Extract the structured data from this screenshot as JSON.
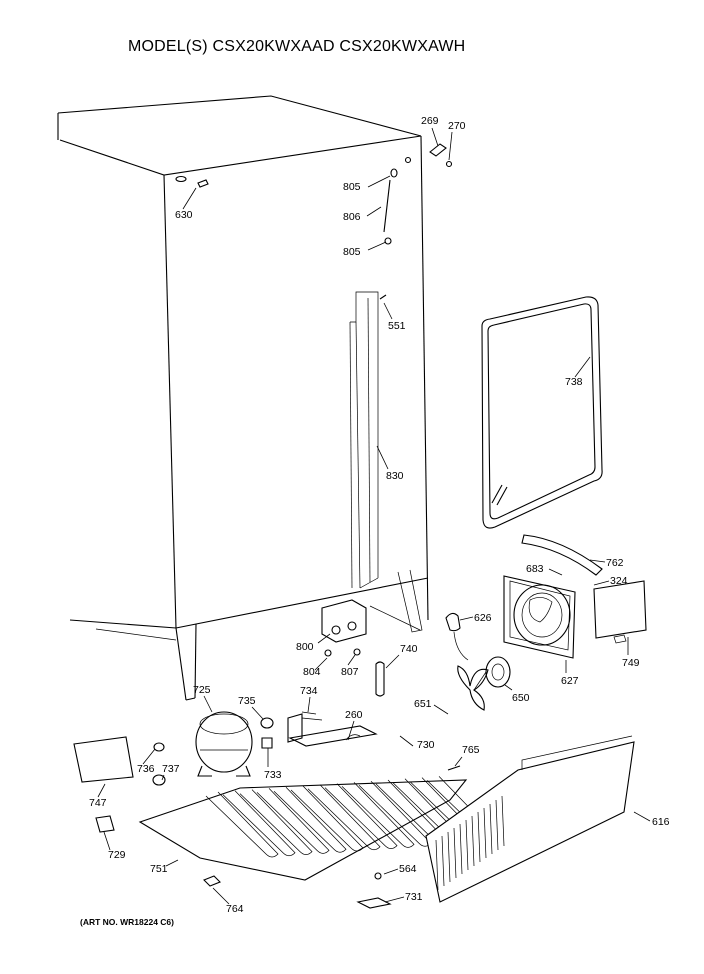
{
  "title": "MODEL(S) CSX20KWXAAD  CSX20KWXAWH",
  "art_number": "(ART NO. WR18224 C6)",
  "callouts": [
    {
      "id": "269"
    },
    {
      "id": "270"
    },
    {
      "id": "630"
    },
    {
      "id": "805a",
      "label": "805"
    },
    {
      "id": "806"
    },
    {
      "id": "805b",
      "label": "805"
    },
    {
      "id": "551"
    },
    {
      "id": "738"
    },
    {
      "id": "830"
    },
    {
      "id": "762"
    },
    {
      "id": "683"
    },
    {
      "id": "324"
    },
    {
      "id": "626"
    },
    {
      "id": "800"
    },
    {
      "id": "740"
    },
    {
      "id": "804"
    },
    {
      "id": "807"
    },
    {
      "id": "627"
    },
    {
      "id": "749"
    },
    {
      "id": "650"
    },
    {
      "id": "651"
    },
    {
      "id": "725"
    },
    {
      "id": "735"
    },
    {
      "id": "734"
    },
    {
      "id": "260"
    },
    {
      "id": "730"
    },
    {
      "id": "765"
    },
    {
      "id": "736"
    },
    {
      "id": "737"
    },
    {
      "id": "733"
    },
    {
      "id": "747"
    },
    {
      "id": "729"
    },
    {
      "id": "751"
    },
    {
      "id": "616"
    },
    {
      "id": "564"
    },
    {
      "id": "731"
    },
    {
      "id": "764"
    }
  ]
}
